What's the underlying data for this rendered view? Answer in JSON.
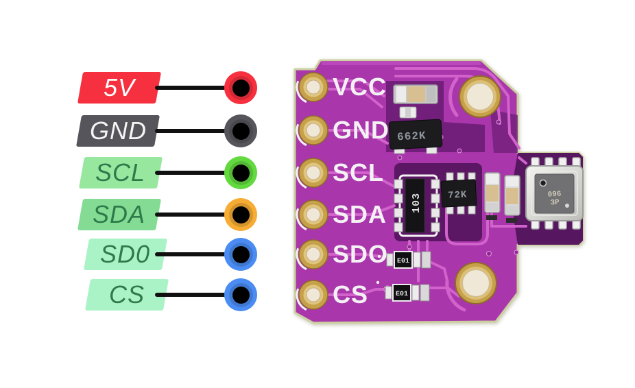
{
  "pinout": {
    "wire_color": "#101010",
    "pins": [
      {
        "label": "5V",
        "label_bg": "#f6303e",
        "label_fg": "#ffffff",
        "plug_color": "#f6303e"
      },
      {
        "label": "GND",
        "label_bg": "#55555b",
        "label_fg": "#f5f5f5",
        "plug_color": "#55555b"
      },
      {
        "label": "SCL",
        "label_bg": "#97e79f",
        "label_fg": "#2e7a4a",
        "plug_color": "#62d93e"
      },
      {
        "label": "SDA",
        "label_bg": "#84dc94",
        "label_fg": "#2e7a4a",
        "plug_color": "#f7ac33"
      },
      {
        "label": "SD0",
        "label_bg": "#aaf3c6",
        "label_fg": "#2e7a4a",
        "plug_color": "#4a8cf3"
      },
      {
        "label": "CS",
        "label_bg": "#aaf3c6",
        "label_fg": "#2e7a4a",
        "plug_color": "#4a8cf3"
      }
    ]
  },
  "pcb": {
    "silkscreen": [
      "VCC",
      "GND",
      "SCL",
      "SDA",
      "SDO",
      "CS"
    ],
    "components": {
      "regulator": "662K",
      "resistor_array": "103",
      "ic": "72K",
      "resistor_1": "E01",
      "resistor_2": "E01",
      "sensor_line1": "096",
      "sensor_line2": "3P"
    },
    "colors": {
      "board": "#a936aa",
      "board_dark": "#6e1d77",
      "board_darker": "#571660",
      "trace": "#d263cc",
      "pad_gold": "#c7a04a",
      "pad_gold_light": "#dfc67f",
      "hole_fill": "#f0e8d7",
      "edge": "#ccd0a0",
      "silk": "#f4f1f5"
    }
  }
}
